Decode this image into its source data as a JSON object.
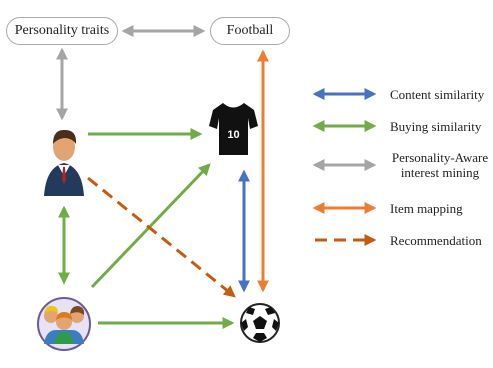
{
  "nodes": {
    "personality_traits": "Personality traits",
    "football": "Football",
    "jersey_number": "10"
  },
  "legend": [
    {
      "label": "Content similarity",
      "color": "#4472c4",
      "style": "double-arrow"
    },
    {
      "label": "Buying similarity",
      "color": "#70ad47",
      "style": "double-arrow"
    },
    {
      "label": "Personality-Aware interest mining",
      "color": "#a5a5a5",
      "style": "double-arrow"
    },
    {
      "label": "Item mapping",
      "color": "#ed7d31",
      "style": "double-arrow"
    },
    {
      "label": "Recommendation",
      "color": "#c55a11",
      "style": "dashed-arrow"
    }
  ],
  "icons": [
    "user-icon",
    "group-icon",
    "jersey-icon",
    "soccer-ball-icon"
  ]
}
